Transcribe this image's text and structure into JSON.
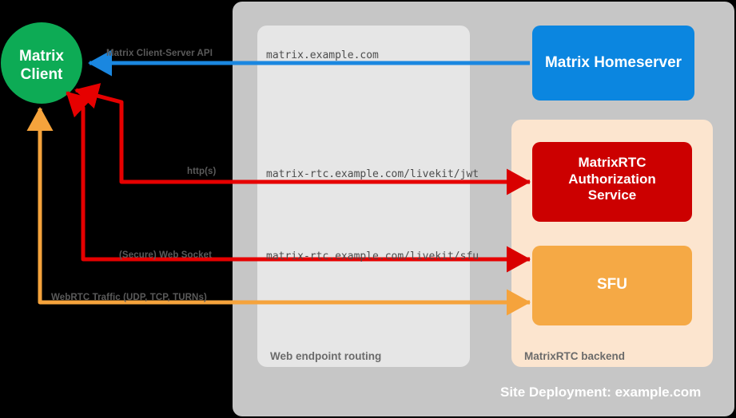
{
  "diagram": {
    "title": "Site Deployment: example.com",
    "colors": {
      "background": "#000000",
      "site_container": "#c6c6c6",
      "routing_container": "#e6e6e6",
      "backend_container": "#fce5cf",
      "client": "#0dab55",
      "homeserver": "#0b86e0",
      "auth_service": "#cc0000",
      "sfu": "#f5a945",
      "matrix_api_arrow": "#1a87e0",
      "http_arrow": "#e60000",
      "webrtc_arrow": "#f5a33c",
      "label_text": "#5a5a5a",
      "url_text": "#4d4d4d"
    },
    "nodes": {
      "client": {
        "label": "Matrix\nClient"
      },
      "homeserver": {
        "label": "Matrix Homeserver"
      },
      "auth_service": {
        "label": "MatrixRTC\nAuthorization\nService"
      },
      "sfu": {
        "label": "SFU"
      }
    },
    "containers": {
      "routing": {
        "label": "Web endpoint routing"
      },
      "backend": {
        "label": "MatrixRTC backend"
      }
    },
    "flows": [
      {
        "name": "matrix-client-server-api",
        "protocol_label": "Matrix Client-Server API",
        "endpoint": "matrix.example.com",
        "color": "#1a87e0"
      },
      {
        "name": "authorization-http",
        "protocol_label": "http(s)",
        "endpoint": "matrix-rtc.example.com/livekit/jwt",
        "color": "#e60000"
      },
      {
        "name": "sfu-websocket",
        "protocol_label": "(Secure) Web Socket",
        "endpoint": "matrix-rtc.example.com/livekit/sfu",
        "color": "#e60000"
      },
      {
        "name": "webrtc-media",
        "protocol_label": "WebRTC Traffic (UDP, TCP, TURNs)",
        "endpoint": "",
        "color": "#f5a33c"
      }
    ]
  }
}
